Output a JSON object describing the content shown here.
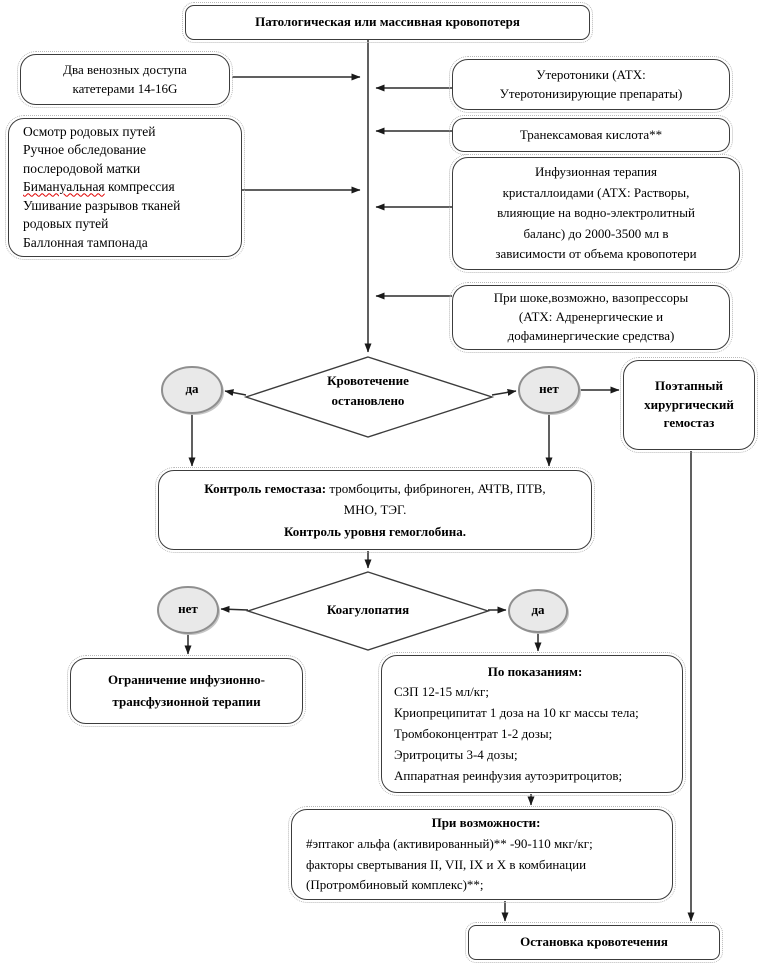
{
  "title_box": "Патологическая или массивная кровопотеря",
  "venous_access": {
    "line1": "Два венозных доступа",
    "line2": "катетерами 14-16G"
  },
  "measures": {
    "line1": "Осмотр родовых путей",
    "line2": "Ручное обследование",
    "line3": "послеродовой матки",
    "line4_underlined": "Бимануальная",
    "line4_rest": " компрессия",
    "line5": "Ушивание разрывов тканей",
    "line6": "родовых путей",
    "line7": "Баллонная тампонада"
  },
  "uterotonics": {
    "line1": "Утеротоники (АТХ:",
    "line2": "Утеротонизирующие препараты)"
  },
  "tranexamic": "Транексамовая кислота**",
  "infusion": {
    "line1": "Инфузионная терапия",
    "line2": "кристаллоидами (АТХ: Растворы,",
    "line3": "влияющие на водно-электролитный",
    "line4": "баланс) до 2000-3500 мл в",
    "line5": "зависимости от объема кровопотери"
  },
  "vasopressors": {
    "line1": "При шоке,возможно, вазопрессоры",
    "line2": "(АТХ: Адренергические и",
    "line3": "дофаминергические средства)"
  },
  "decision_bleeding": {
    "line1": "Кровотечение",
    "line2": "остановлено",
    "yes": "да",
    "no": "нет"
  },
  "surgical": {
    "line1": "Поэтапный",
    "line2": "хирургический",
    "line3": "гемостаз"
  },
  "control": {
    "bold1": "Контроль гемостаза:",
    "normal1": " тромбоциты, фибриноген, АЧТВ, ПТВ,",
    "line2": "МНО, ТЭГ.",
    "bold2": "Контроль уровня гемоглобина."
  },
  "decision_coagulopathy": {
    "label": "Коагулопатия",
    "yes": "да",
    "no": "нет"
  },
  "restriction": {
    "line1": "Ограничение инфузионно-",
    "line2": "трансфузионной терапии"
  },
  "indications": {
    "title": "По показаниям:",
    "items": [
      "СЗП 12-15 мл/кг;",
      "Криопреципитат 1 доза на 10 кг массы тела;",
      "Тромбоконцентрат 1-2 дозы;",
      "Эритроциты 3-4 дозы;",
      "Аппаратная реинфузия аутоэритроцитов;"
    ]
  },
  "possibility": {
    "title": "При возможности:",
    "items": [
      "#эптаког альфа (активированный)** -90-110 мкг/кг;",
      "факторы свертывания II, VII, IX и X  в комбинации",
      "(Протромбиновый комплекс)**;"
    ]
  },
  "stop_box": "Остановка кровотечения",
  "colors": {
    "line": "#2b2b2b",
    "ellipse_fill": "#e9e9e9",
    "ellipse_border": "#8f8f8f",
    "spellcheck": "#e00000"
  }
}
